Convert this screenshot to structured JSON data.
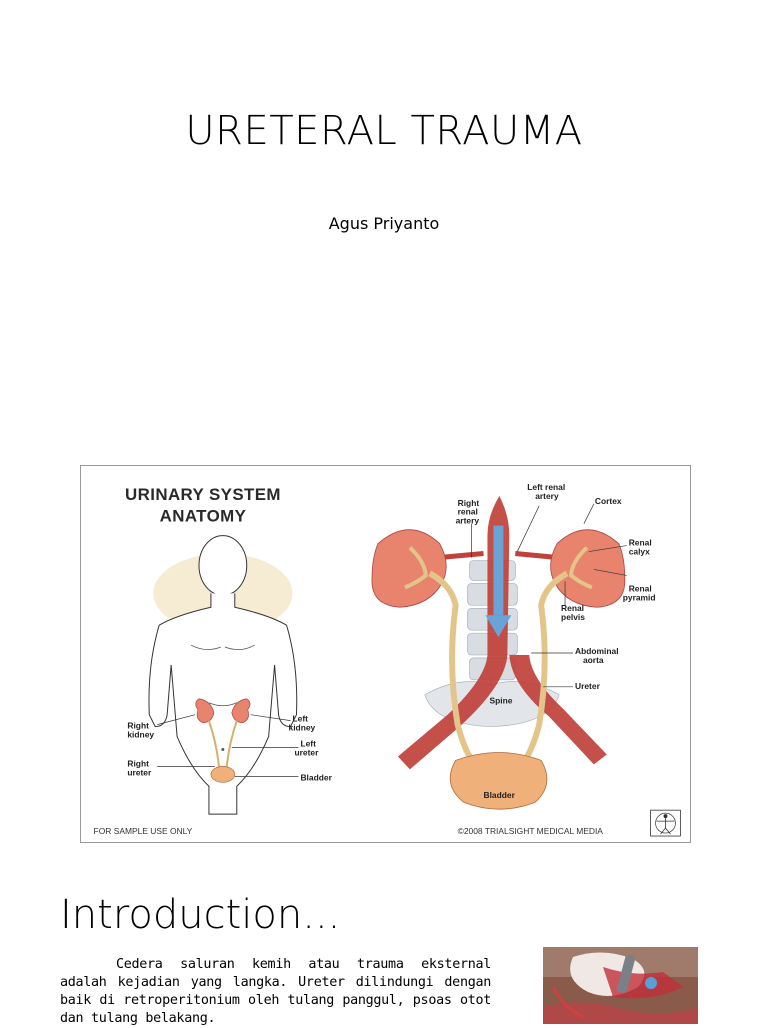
{
  "slide1": {
    "title": "URETERAL TRAUMA",
    "author": "Agus Priyanto"
  },
  "figure": {
    "title_line1": "URINARY SYSTEM",
    "title_line2": "ANATOMY",
    "labels": {
      "right_kidney": [
        "Right",
        "kidney"
      ],
      "left_kidney": [
        "Left",
        "kidney"
      ],
      "left_ureter": [
        "Left",
        "ureter"
      ],
      "right_ureter": [
        "Right",
        "ureter"
      ],
      "bladder_small": "Bladder",
      "right_renal_artery": [
        "Right",
        "renal",
        "artery"
      ],
      "left_renal_artery": [
        "Left renal",
        "artery"
      ],
      "cortex": "Cortex",
      "renal_calyx": [
        "Renal",
        "calyx"
      ],
      "renal_pyramid": [
        "Renal",
        "pyramid"
      ],
      "renal_pelvis": [
        "Renal",
        "pelvis"
      ],
      "abdominal_aorta": [
        "Abdominal",
        "aorta"
      ],
      "ureter": "Ureter",
      "spine": "Spine",
      "bladder_large": "Bladder"
    },
    "footer_left": "FOR SAMPLE USE ONLY",
    "footer_right": "©2008 TRIALSIGHT MEDICAL MEDIA"
  },
  "slide2": {
    "heading": "Introduction...",
    "body": "Cedera saluran kemih atau trauma eksternal adalah kejadian yang langka. Ureter dilindungi dengan baik di retroperitonium oleh tulang panggul, psoas otot dan tulang belakang."
  },
  "colors": {
    "kidney": "#e8836e",
    "artery": "#c0403a",
    "ureter": "#e3c58a",
    "bladder": "#f0b07a",
    "spine": "#d7dde2",
    "arrow": "#6aa3d6"
  }
}
